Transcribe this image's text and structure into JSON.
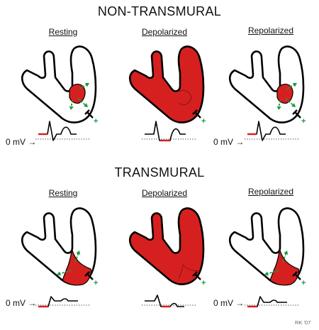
{
  "sections": [
    {
      "title": "NON-TRANSMURAL",
      "columns": [
        {
          "label": "Resting"
        },
        {
          "label": "Depolarized"
        },
        {
          "label": "Repolarized"
        }
      ]
    },
    {
      "title": "TRANSMURAL",
      "columns": [
        {
          "label": "Resting"
        },
        {
          "label": "Depolarized"
        },
        {
          "label": "Repolarized"
        }
      ]
    }
  ],
  "zero_label": "0 mV",
  "signature": "RK '07",
  "colors": {
    "injury": "#d62020",
    "arrow": "#1a9a3a",
    "outline": "#000000",
    "electrode_plus": "#1a9a3a"
  }
}
